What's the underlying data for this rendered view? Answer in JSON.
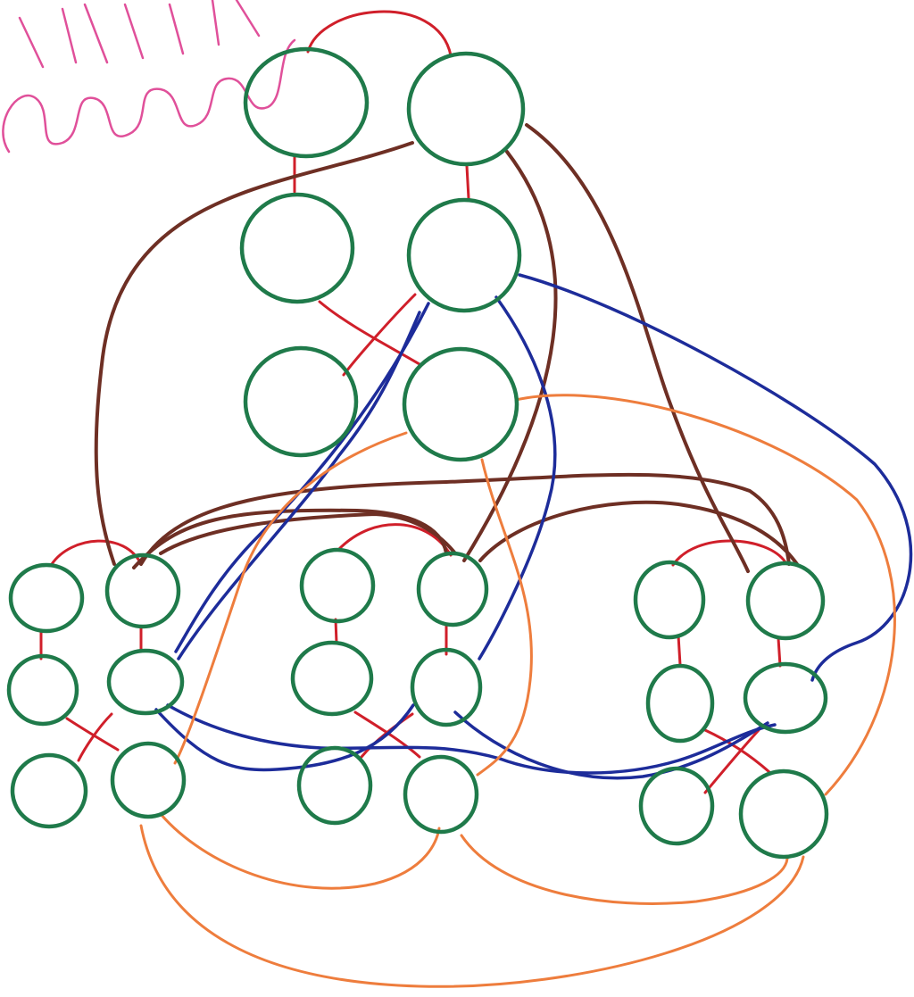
{
  "diagram": {
    "kind": "hand-drawn graph",
    "colors": {
      "node": "#1f7a4a",
      "red": "#d01f2a",
      "brown": "#6e2f24",
      "blue": "#1d2c9a",
      "orange": "#ee7d3d",
      "pink": "#e0509a"
    },
    "node_count": 24,
    "edge_groups": {
      "red": 20,
      "brown": 7,
      "blue": 6,
      "orange": 6,
      "pink": 1
    }
  }
}
